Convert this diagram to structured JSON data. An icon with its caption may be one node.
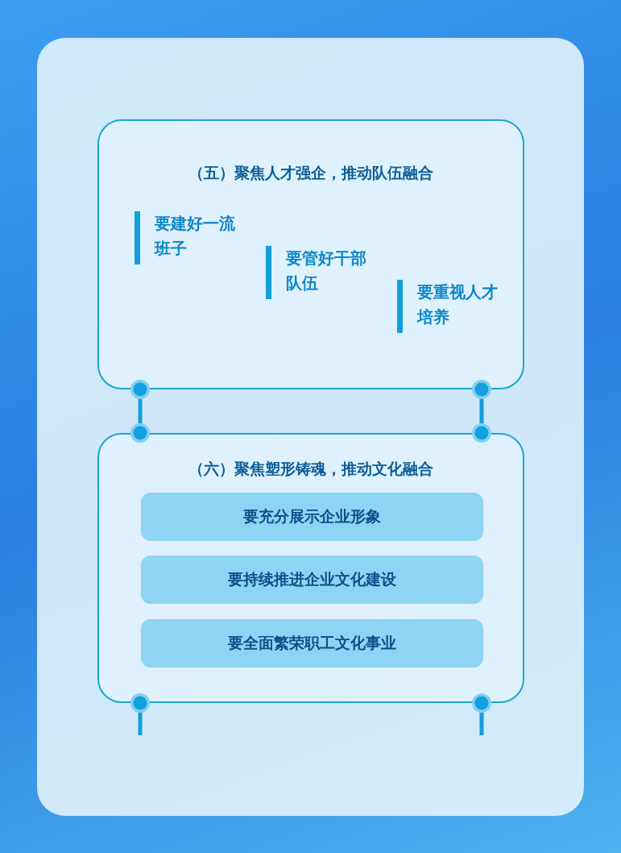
{
  "diagram": {
    "nodes": [
      {
        "text": [
          "（五）聚焦人才强企，推动队伍融合"
        ]
      },
      {
        "text": [
          "要建好一流班子"
        ],
        "in": 0
      },
      {
        "text": [
          "要管好干部队伍"
        ],
        "in": 0
      },
      {
        "text": [
          "要重视人才培养"
        ],
        "in": 0
      },
      {
        "text": [
          "（六）聚焦塑形铸魂，推动文化融合"
        ]
      },
      {
        "text": [
          "要充分展示企业形象"
        ],
        "in": 4
      },
      {
        "text": [
          "要持续推进企业文化建设"
        ],
        "in": 4
      },
      {
        "text": [
          "要全面繁荣职工文化事业"
        ],
        "in": 4
      }
    ],
    "edges": [
      {
        "from": 0,
        "to": 4,
        "arrow": "other"
      },
      {
        "from": 0,
        "to": 4,
        "arrow": "other"
      },
      {
        "from": 4,
        "to": null,
        "arrow": "other"
      },
      {
        "from": 4,
        "to": null,
        "arrow": "other"
      }
    ]
  }
}
